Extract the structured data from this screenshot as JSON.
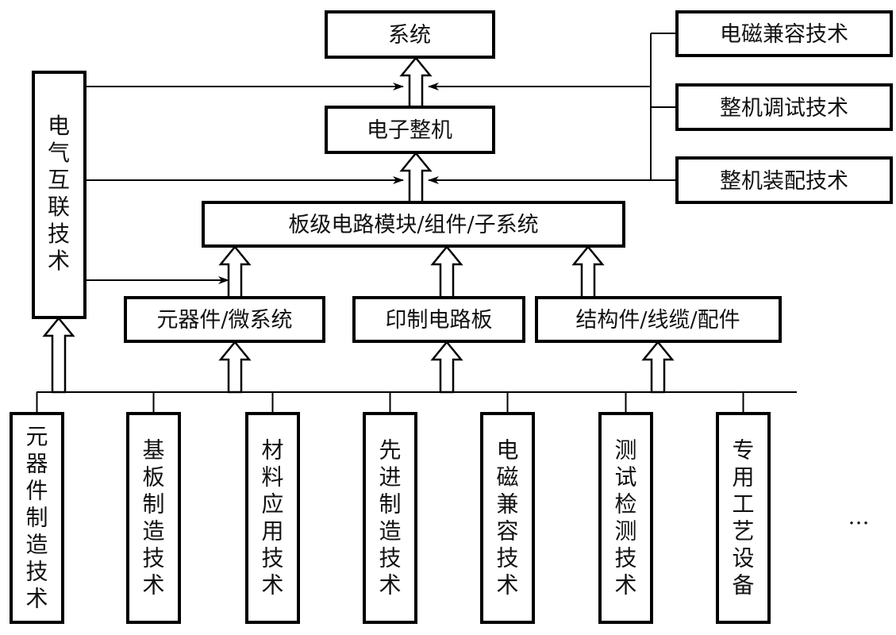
{
  "diagram": {
    "top": {
      "system": "系统",
      "electronic_machine": "电子整机",
      "board_module": "板级电路模块/组件/子系统"
    },
    "left": {
      "interconnect": "电气互联技术"
    },
    "right": [
      "电磁兼容技术",
      "整机调试技术",
      "整机装配技术"
    ],
    "middle": [
      "元器件/微系统",
      "印制电路板",
      "结构件/线缆/配件"
    ],
    "bottom": [
      "元器件制造技术",
      "基板制造技术",
      "材料应用技术",
      "先进制造技术",
      "电磁兼容技术",
      "测试检测技术",
      "专用工艺设备"
    ],
    "ellipsis": "…"
  }
}
